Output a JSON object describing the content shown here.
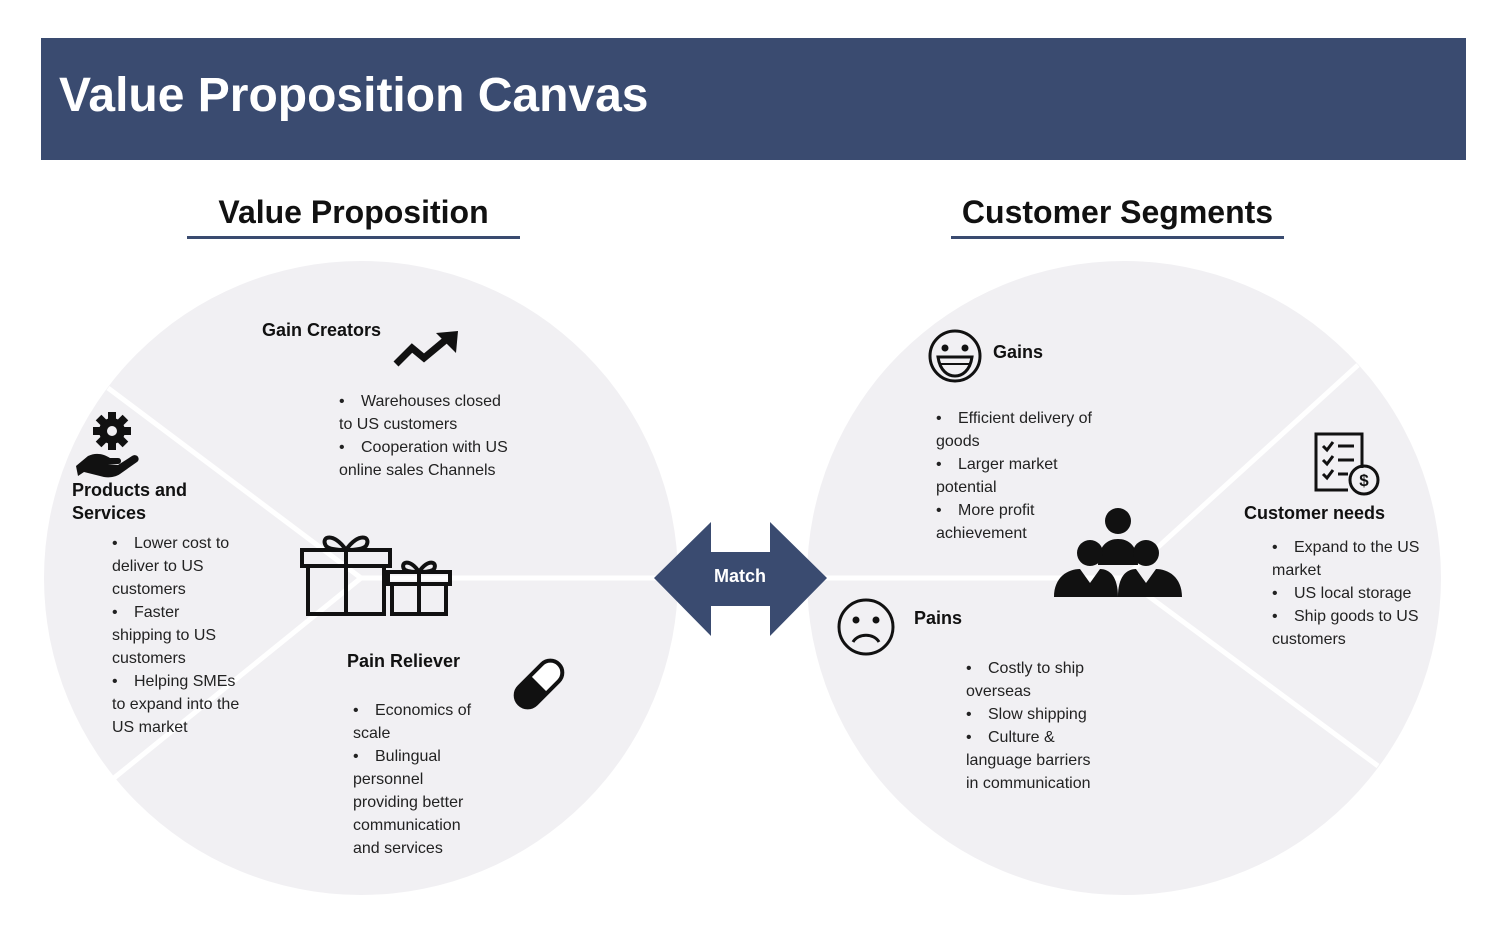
{
  "title": "Value Proposition Canvas",
  "value_proposition": {
    "title": "Value Proposition",
    "gain_creators": {
      "heading": "Gain Creators",
      "icon": "trending-up-icon",
      "items": [
        "Warehouses closed to US customers",
        "Cooperation with US online sales Channels"
      ]
    },
    "products_services": {
      "heading_line1": "Products and",
      "heading_line2": "Services",
      "icon": "hand-gear-icon",
      "items": [
        "Lower cost to deliver to US customers",
        "Faster shipping to US customers",
        "Helping SMEs to expand into the US market"
      ]
    },
    "pain_reliever": {
      "heading": "Pain Reliever",
      "icon": "pill-icon",
      "items": [
        "Economics of scale",
        "Bulingual personnel providing better communication and services"
      ]
    },
    "center_icon": "gift-boxes-icon"
  },
  "match": {
    "label": "Match"
  },
  "customer_segments": {
    "title": "Customer Segments",
    "gains": {
      "heading": "Gains",
      "icon": "happy-face-icon",
      "items": [
        "Efficient delivery of goods",
        "Larger market potential",
        "More profit achievement"
      ]
    },
    "customer_needs": {
      "heading": "Customer needs",
      "icon": "checklist-dollar-icon",
      "items": [
        "Expand to the US market",
        "US local storage",
        "Ship goods to US customers"
      ]
    },
    "pains": {
      "heading": "Pains",
      "icon": "sad-face-icon",
      "items": [
        "Costly to ship overseas",
        "Slow shipping",
        "Culture & language barriers in communication"
      ]
    },
    "center_icon": "people-group-icon"
  },
  "colors": {
    "banner": "#3a4b70",
    "circle": "#f1f0f3",
    "divider": "#ffffff",
    "text": "#111111"
  }
}
